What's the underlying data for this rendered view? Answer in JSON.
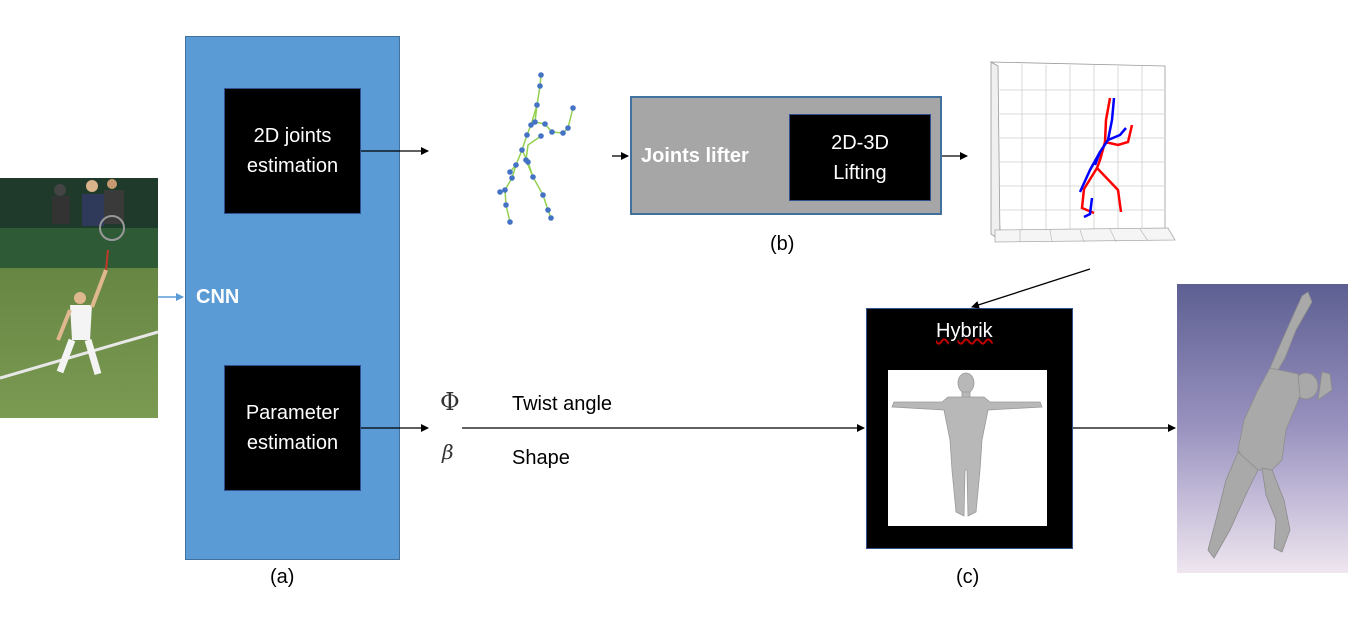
{
  "cnn": {
    "label": "CNN",
    "box_2d": "2D joints\nestimation",
    "box_param": "Parameter\nestimation",
    "caption": "(a)"
  },
  "lifter": {
    "label": "Joints lifter",
    "inner": "2D-3D\nLifting",
    "caption": "(b)"
  },
  "hybrik": {
    "title": "Hybrik",
    "caption": "(c)"
  },
  "params": {
    "phi_symbol": "Φ",
    "beta_symbol": "β",
    "twist_label": "Twist angle",
    "shape_label": "Shape"
  },
  "colors": {
    "cnn_blue": "#5b9bd5",
    "lifter_gray": "#a6a6a6",
    "joint_blue": "#4472c4",
    "bone_green": "#92d050",
    "skeleton_red": "#ff0000",
    "skeleton_blue": "#0000ff",
    "mesh_gray": "#bfbfbf"
  }
}
